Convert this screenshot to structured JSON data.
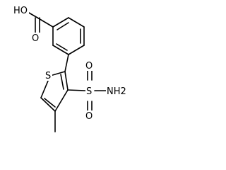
{
  "molecule": {
    "atom_labels": {
      "hydroxyl": "HO",
      "carbonyl_oxygen": "O",
      "thiophene_sulfur": "S",
      "sulfonyl_sulfur": "S",
      "sulfonyl_oxygen_top": "O",
      "sulfonyl_oxygen_bottom": "O",
      "amine": "NH2"
    },
    "colors": {
      "bond": "#000000",
      "label": "#000000",
      "background": "#ffffff"
    }
  }
}
